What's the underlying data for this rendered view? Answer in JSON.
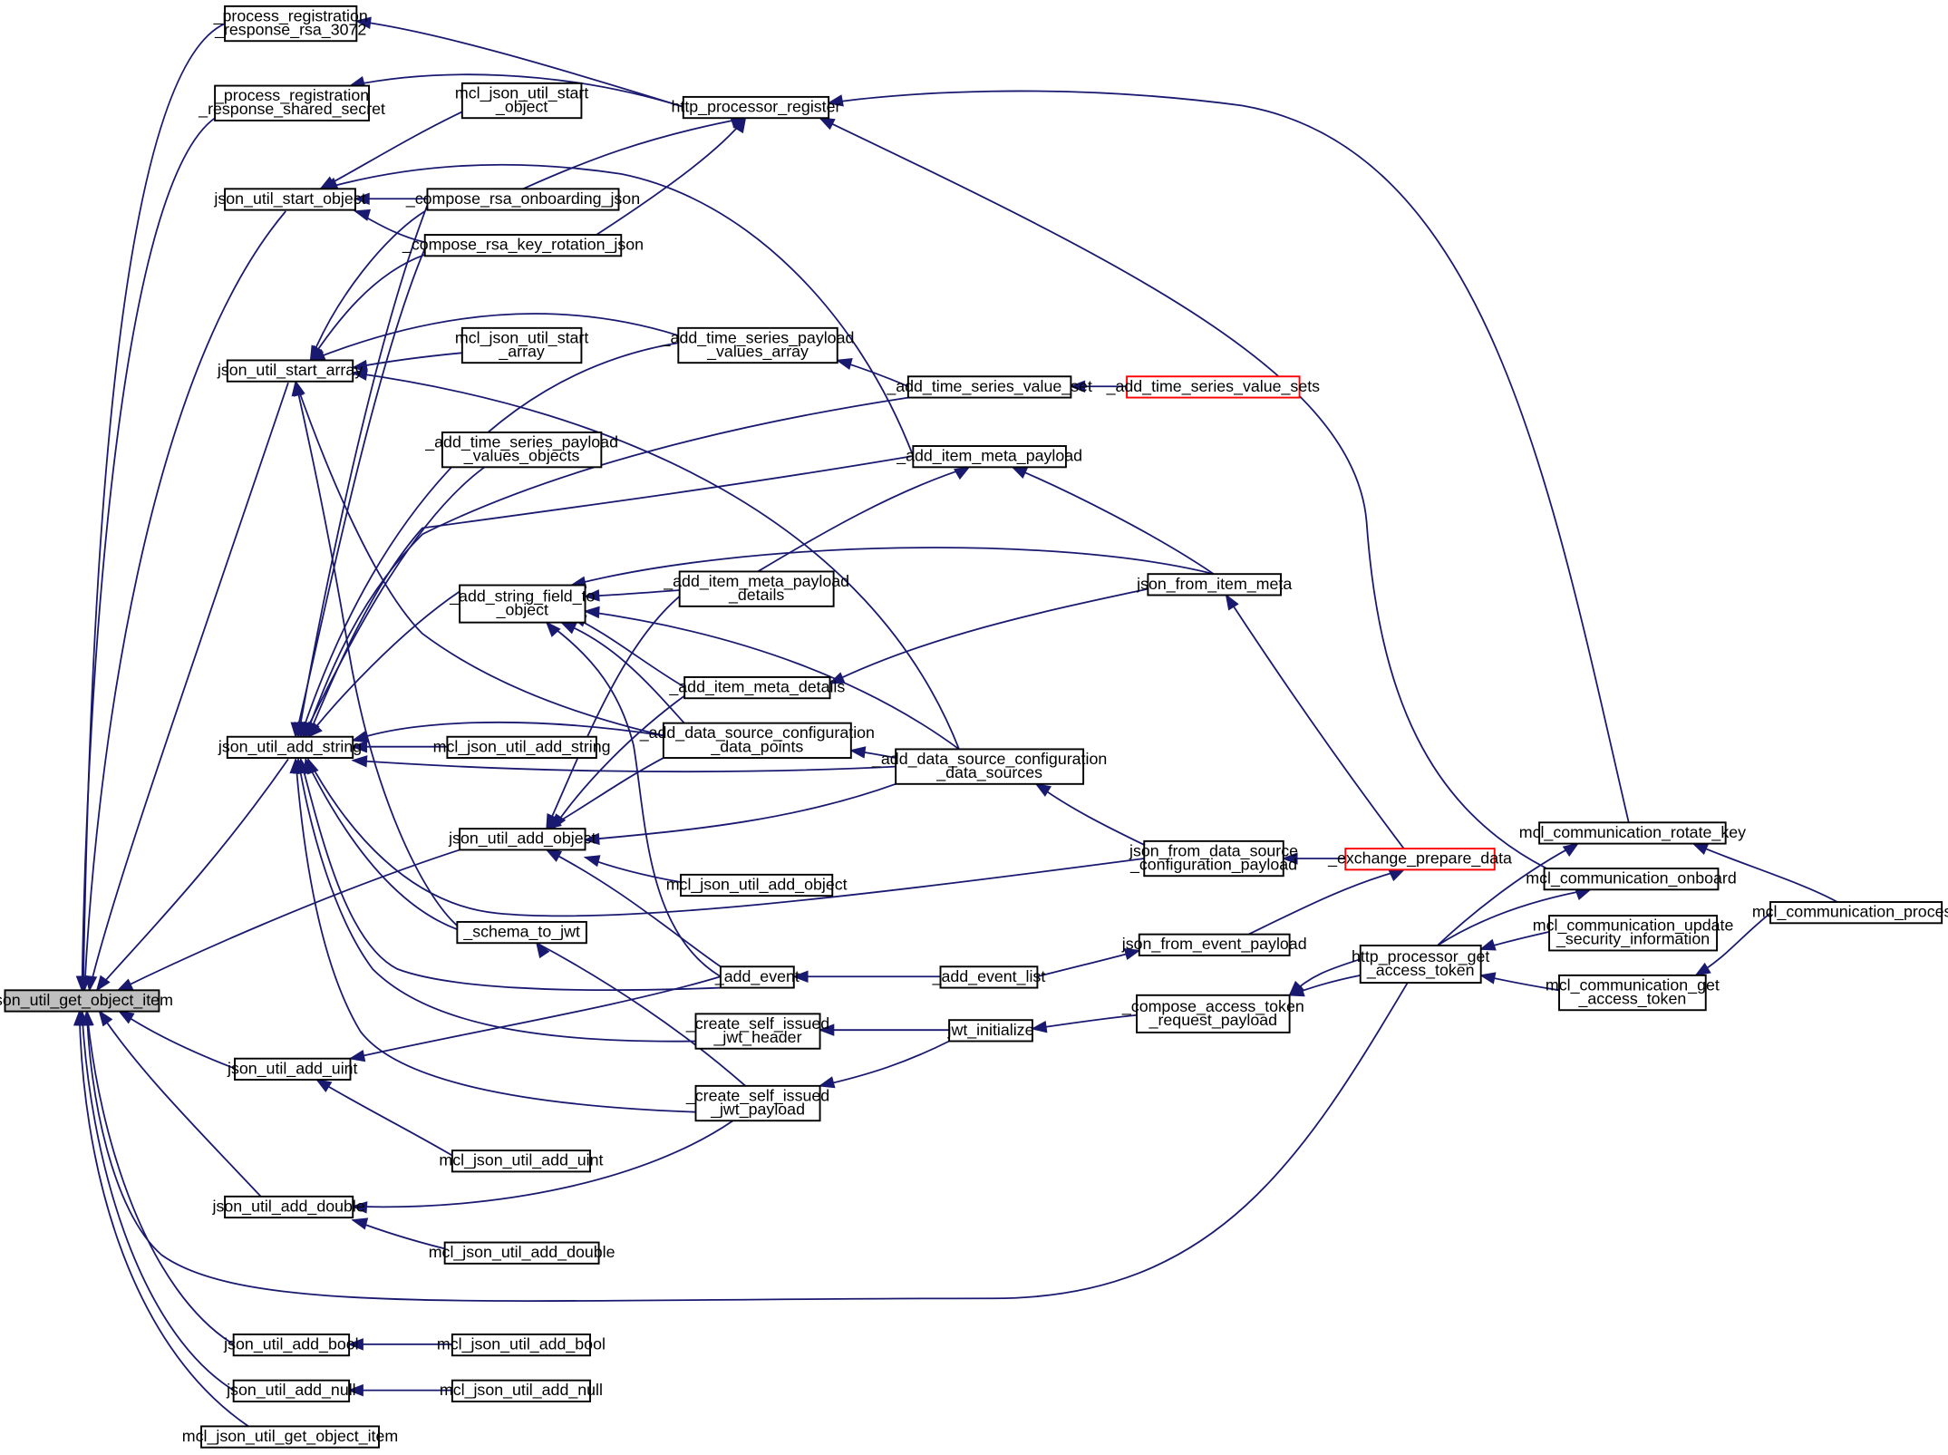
{
  "graph": {
    "colors": {
      "edge": "#191970",
      "node_border": "#000000",
      "root_fill": "#bfbfbf",
      "truncated_border": "#ff0000"
    },
    "nodes": [
      {
        "id": "root",
        "lines": [
          "json_util_get_object_item"
        ],
        "root": true
      },
      {
        "id": "prr3072",
        "lines": [
          "_process_registration",
          "_response_rsa_3072"
        ]
      },
      {
        "id": "prrss",
        "lines": [
          "_process_registration",
          "_response_shared_secret"
        ]
      },
      {
        "id": "mjuso",
        "lines": [
          "mcl_json_util_start",
          "_object"
        ]
      },
      {
        "id": "hpr",
        "lines": [
          "http_processor_register"
        ]
      },
      {
        "id": "juso",
        "lines": [
          "json_util_start_object"
        ]
      },
      {
        "id": "crsaon",
        "lines": [
          "_compose_rsa_onboarding_json"
        ]
      },
      {
        "id": "crsakr",
        "lines": [
          "_compose_rsa_key_rotation_json"
        ]
      },
      {
        "id": "mjusa",
        "lines": [
          "mcl_json_util_start",
          "_array"
        ]
      },
      {
        "id": "atspva",
        "lines": [
          "_add_time_series_payload",
          "_values_array"
        ]
      },
      {
        "id": "jusa",
        "lines": [
          "json_util_start_array"
        ]
      },
      {
        "id": "atsvs",
        "lines": [
          "_add_time_series_value_set"
        ]
      },
      {
        "id": "atsvss",
        "lines": [
          "_add_time_series_value_sets"
        ],
        "truncated": true
      },
      {
        "id": "atspvo",
        "lines": [
          "_add_time_series_payload",
          "_values_objects"
        ]
      },
      {
        "id": "aimp",
        "lines": [
          "_add_item_meta_payload"
        ]
      },
      {
        "id": "asfto",
        "lines": [
          "_add_string_field_to",
          "_object"
        ]
      },
      {
        "id": "aimpd",
        "lines": [
          "_add_item_meta_payload",
          "_details"
        ]
      },
      {
        "id": "jfim",
        "lines": [
          "json_from_item_meta"
        ]
      },
      {
        "id": "aimd",
        "lines": [
          "_add_item_meta_details"
        ]
      },
      {
        "id": "jua_string",
        "lines": [
          "json_util_add_string"
        ]
      },
      {
        "id": "adscdp",
        "lines": [
          "_add_data_source_configuration",
          "_data_points"
        ]
      },
      {
        "id": "mjuas",
        "lines": [
          "mcl_json_util_add_string"
        ]
      },
      {
        "id": "adscds",
        "lines": [
          "_add_data_source_configuration",
          "_data_sources"
        ]
      },
      {
        "id": "crk",
        "lines": [
          "mcl_communication_rotate_key"
        ]
      },
      {
        "id": "juao",
        "lines": [
          "json_util_add_object"
        ]
      },
      {
        "id": "jfdscp",
        "lines": [
          "json_from_data_source",
          "_configuration_payload"
        ]
      },
      {
        "id": "epd",
        "lines": [
          "_exchange_prepare_data"
        ],
        "truncated": true
      },
      {
        "id": "mjuao",
        "lines": [
          "mcl_json_util_add_object"
        ]
      },
      {
        "id": "mco",
        "lines": [
          "mcl_communication_onboard"
        ]
      },
      {
        "id": "astj",
        "lines": [
          "_schema_to_jwt"
        ]
      },
      {
        "id": "mcp",
        "lines": [
          "mcl_communication_process"
        ]
      },
      {
        "id": "mcusi",
        "lines": [
          "mcl_communication_update",
          "_security_information"
        ]
      },
      {
        "id": "jfep",
        "lines": [
          "json_from_event_payload"
        ]
      },
      {
        "id": "hpgat",
        "lines": [
          "http_processor_get",
          "_access_token"
        ]
      },
      {
        "id": "ae",
        "lines": [
          "_add_event"
        ]
      },
      {
        "id": "ael",
        "lines": [
          "_add_event_list"
        ]
      },
      {
        "id": "mcgat",
        "lines": [
          "mcl_communication_get",
          "_access_token"
        ]
      },
      {
        "id": "csijh",
        "lines": [
          "_create_self_issued",
          "_jwt_header"
        ]
      },
      {
        "id": "jwti",
        "lines": [
          "jwt_initialize"
        ]
      },
      {
        "id": "catrp",
        "lines": [
          "_compose_access_token",
          "_request_payload"
        ]
      },
      {
        "id": "juau",
        "lines": [
          "json_util_add_uint"
        ]
      },
      {
        "id": "csijp",
        "lines": [
          "_create_self_issued",
          "_jwt_payload"
        ]
      },
      {
        "id": "mjuau",
        "lines": [
          "mcl_json_util_add_uint"
        ]
      },
      {
        "id": "juad",
        "lines": [
          "json_util_add_double"
        ]
      },
      {
        "id": "mjuad",
        "lines": [
          "mcl_json_util_add_double"
        ]
      },
      {
        "id": "juab",
        "lines": [
          "json_util_add_bool"
        ]
      },
      {
        "id": "mjuab",
        "lines": [
          "mcl_json_util_add_bool"
        ]
      },
      {
        "id": "juan",
        "lines": [
          "json_util_add_null"
        ]
      },
      {
        "id": "mjuan",
        "lines": [
          "mcl_json_util_add_null"
        ]
      },
      {
        "id": "mjugoi",
        "lines": [
          "mcl_json_util_get_object_item"
        ]
      }
    ]
  }
}
